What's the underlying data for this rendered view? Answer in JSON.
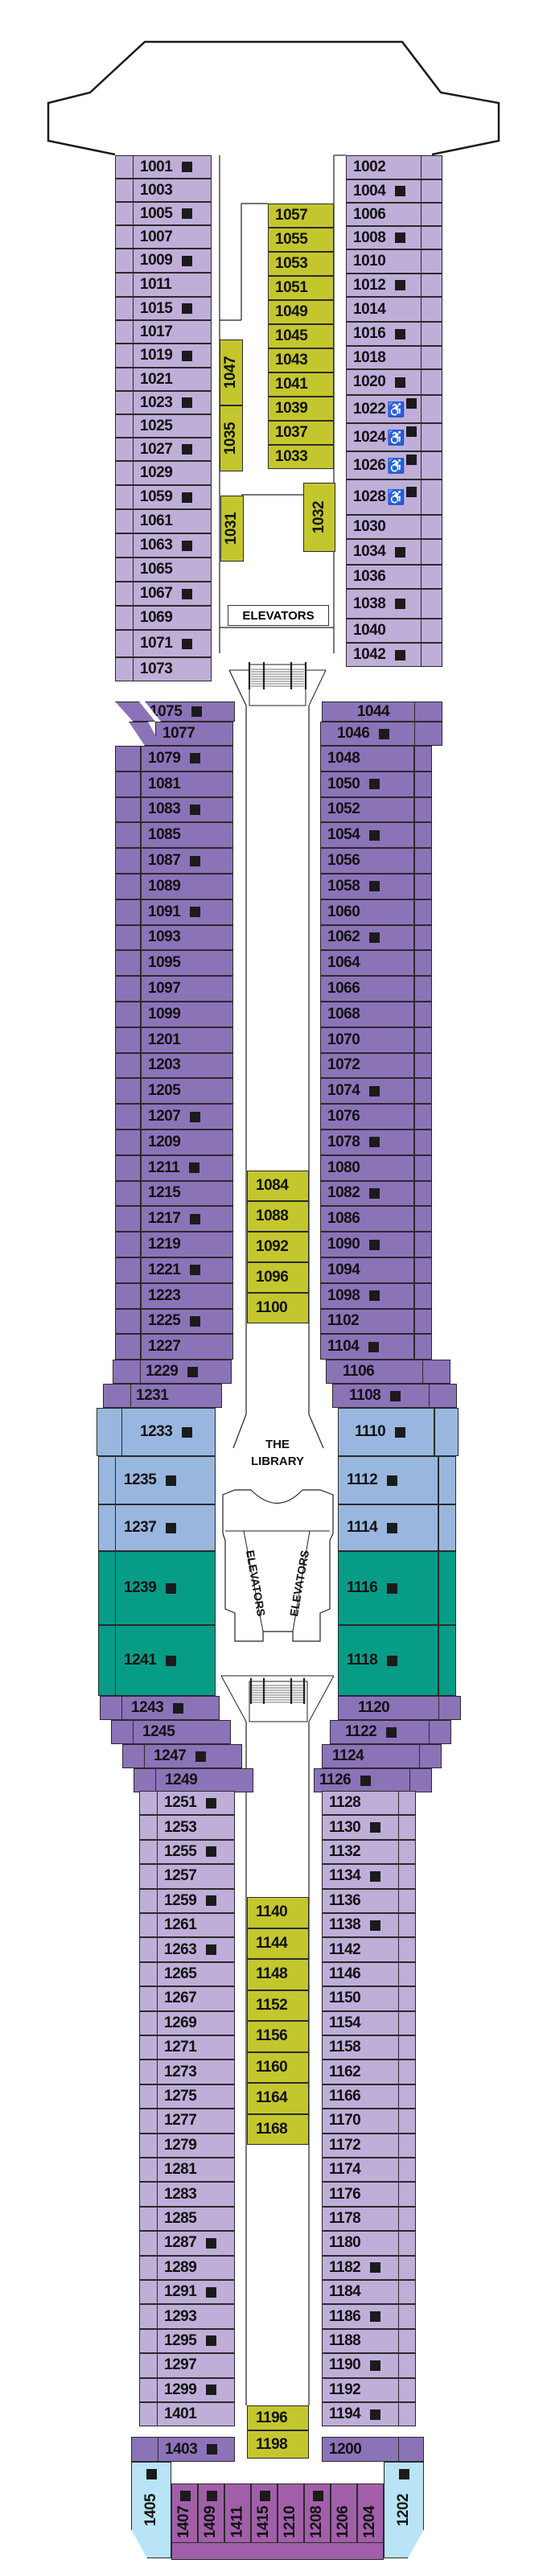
{
  "colors": {
    "standard_balcony": "#bfaed8",
    "deluxe_balcony": "#8b73b8",
    "sky_suite": "#99b7de",
    "celebrity_suite": "#079c86",
    "inside": "#c4c62e",
    "aft_suite": "#b8e4f5",
    "aft_sky": "#a25fa9",
    "outline": "#1a1a1a"
  },
  "labels": {
    "elevators_fwd": "ELEVATORS",
    "library_line1": "THE",
    "library_line2": "LIBRARY",
    "elevators_left": "ELEVATORS",
    "elevators_right": "ELEVATORS"
  },
  "cabins": {
    "fwd_port": [
      {
        "n": "1001",
        "sq": true
      },
      {
        "n": "1003"
      },
      {
        "n": "1005",
        "sq": true
      },
      {
        "n": "1007"
      },
      {
        "n": "1009",
        "sq": true
      },
      {
        "n": "1011"
      },
      {
        "n": "1015",
        "sq": true
      },
      {
        "n": "1017"
      },
      {
        "n": "1019",
        "sq": true
      },
      {
        "n": "1021"
      },
      {
        "n": "1023",
        "sq": true
      },
      {
        "n": "1025"
      },
      {
        "n": "1027",
        "sq": true
      },
      {
        "n": "1029"
      },
      {
        "n": "1059",
        "sq": true
      },
      {
        "n": "1061"
      },
      {
        "n": "1063",
        "sq": true
      },
      {
        "n": "1065"
      },
      {
        "n": "1067",
        "sq": true
      },
      {
        "n": "1069"
      },
      {
        "n": "1071",
        "sq": true
      },
      {
        "n": "1073"
      }
    ],
    "fwd_starboard": [
      {
        "n": "1002"
      },
      {
        "n": "1004",
        "sq": true
      },
      {
        "n": "1006"
      },
      {
        "n": "1008",
        "sq": true
      },
      {
        "n": "1010"
      },
      {
        "n": "1012",
        "sq": true
      },
      {
        "n": "1014"
      },
      {
        "n": "1016",
        "sq": true
      },
      {
        "n": "1018"
      },
      {
        "n": "1020",
        "sq": true
      },
      {
        "n": "1022",
        "sq": true,
        "wc": true
      },
      {
        "n": "1024",
        "sq": true,
        "wc": true
      },
      {
        "n": "1026",
        "sq": true,
        "wc": true
      },
      {
        "n": "1028",
        "sq": true,
        "wc": true
      },
      {
        "n": "1030"
      },
      {
        "n": "1034",
        "sq": true
      },
      {
        "n": "1036"
      },
      {
        "n": "1038",
        "sq": true
      },
      {
        "n": "1040"
      },
      {
        "n": "1042",
        "sq": true
      }
    ],
    "fwd_inside_center": [
      "1057",
      "1055",
      "1053",
      "1051",
      "1049",
      "1045",
      "1043",
      "1041",
      "1039",
      "1037",
      "1033"
    ],
    "fwd_inside_vertical_left": [
      "1047",
      "1035",
      "1031"
    ],
    "fwd_inside_vertical_right": [
      "1032"
    ],
    "mid_port": [
      {
        "n": "1075",
        "sq": true
      },
      {
        "n": "1077"
      },
      {
        "n": "1079",
        "sq": true
      },
      {
        "n": "1081"
      },
      {
        "n": "1083",
        "sq": true
      },
      {
        "n": "1085"
      },
      {
        "n": "1087",
        "sq": true
      },
      {
        "n": "1089"
      },
      {
        "n": "1091",
        "sq": true
      },
      {
        "n": "1093"
      },
      {
        "n": "1095"
      },
      {
        "n": "1097"
      },
      {
        "n": "1099"
      },
      {
        "n": "1201"
      },
      {
        "n": "1203"
      },
      {
        "n": "1205"
      },
      {
        "n": "1207",
        "sq": true
      },
      {
        "n": "1209"
      },
      {
        "n": "1211",
        "sq": true
      },
      {
        "n": "1215"
      },
      {
        "n": "1217",
        "sq": true
      },
      {
        "n": "1219"
      },
      {
        "n": "1221",
        "sq": true
      },
      {
        "n": "1223"
      },
      {
        "n": "1225",
        "sq": true
      },
      {
        "n": "1227"
      },
      {
        "n": "1229",
        "sq": true
      },
      {
        "n": "1231"
      }
    ],
    "mid_starboard": [
      {
        "n": "1044"
      },
      {
        "n": "1046",
        "sq": true
      },
      {
        "n": "1048"
      },
      {
        "n": "1050",
        "sq": true
      },
      {
        "n": "1052"
      },
      {
        "n": "1054",
        "sq": true
      },
      {
        "n": "1056"
      },
      {
        "n": "1058",
        "sq": true
      },
      {
        "n": "1060"
      },
      {
        "n": "1062",
        "sq": true
      },
      {
        "n": "1064"
      },
      {
        "n": "1066"
      },
      {
        "n": "1068"
      },
      {
        "n": "1070"
      },
      {
        "n": "1072"
      },
      {
        "n": "1074",
        "sq": true
      },
      {
        "n": "1076"
      },
      {
        "n": "1078",
        "sq": true
      },
      {
        "n": "1080"
      },
      {
        "n": "1082",
        "sq": true
      },
      {
        "n": "1086"
      },
      {
        "n": "1090",
        "sq": true
      },
      {
        "n": "1094"
      },
      {
        "n": "1098",
        "sq": true
      },
      {
        "n": "1102"
      },
      {
        "n": "1104",
        "sq": true
      },
      {
        "n": "1106"
      },
      {
        "n": "1108",
        "sq": true
      }
    ],
    "mid_inside": [
      "1084",
      "1088",
      "1092",
      "1096",
      "1100"
    ],
    "sky_port": [
      {
        "n": "1233",
        "sq": true
      },
      {
        "n": "1235",
        "sq": true
      },
      {
        "n": "1237",
        "sq": true
      }
    ],
    "sky_starboard": [
      {
        "n": "1110",
        "sq": true
      },
      {
        "n": "1112",
        "sq": true
      },
      {
        "n": "1114",
        "sq": true
      }
    ],
    "suite_port": [
      {
        "n": "1239",
        "sq": true
      },
      {
        "n": "1241",
        "sq": true
      }
    ],
    "suite_starboard": [
      {
        "n": "1116",
        "sq": true
      },
      {
        "n": "1118",
        "sq": true
      }
    ],
    "aftmid_port": [
      {
        "n": "1243",
        "sq": true
      },
      {
        "n": "1245"
      },
      {
        "n": "1247",
        "sq": true
      },
      {
        "n": "1249"
      }
    ],
    "aftmid_starboard": [
      {
        "n": "1120"
      },
      {
        "n": "1122",
        "sq": true
      },
      {
        "n": "1124"
      },
      {
        "n": "1126",
        "sq": true
      }
    ],
    "aft_port": [
      {
        "n": "1251",
        "sq": true
      },
      {
        "n": "1253"
      },
      {
        "n": "1255",
        "sq": true
      },
      {
        "n": "1257"
      },
      {
        "n": "1259",
        "sq": true
      },
      {
        "n": "1261"
      },
      {
        "n": "1263",
        "sq": true
      },
      {
        "n": "1265"
      },
      {
        "n": "1267"
      },
      {
        "n": "1269"
      },
      {
        "n": "1271"
      },
      {
        "n": "1273"
      },
      {
        "n": "1275"
      },
      {
        "n": "1277"
      },
      {
        "n": "1279"
      },
      {
        "n": "1281"
      },
      {
        "n": "1283"
      },
      {
        "n": "1285"
      },
      {
        "n": "1287",
        "sq": true
      },
      {
        "n": "1289"
      },
      {
        "n": "1291",
        "sq": true
      },
      {
        "n": "1293"
      },
      {
        "n": "1295",
        "sq": true
      },
      {
        "n": "1297"
      },
      {
        "n": "1299",
        "sq": true
      },
      {
        "n": "1401"
      }
    ],
    "aft_starboard": [
      {
        "n": "1128"
      },
      {
        "n": "1130",
        "sq": true
      },
      {
        "n": "1132"
      },
      {
        "n": "1134",
        "sq": true
      },
      {
        "n": "1136"
      },
      {
        "n": "1138",
        "sq": true
      },
      {
        "n": "1142"
      },
      {
        "n": "1146"
      },
      {
        "n": "1150"
      },
      {
        "n": "1154"
      },
      {
        "n": "1158"
      },
      {
        "n": "1162"
      },
      {
        "n": "1166"
      },
      {
        "n": "1170"
      },
      {
        "n": "1172"
      },
      {
        "n": "1174"
      },
      {
        "n": "1176"
      },
      {
        "n": "1178"
      },
      {
        "n": "1180"
      },
      {
        "n": "1182",
        "sq": true
      },
      {
        "n": "1184"
      },
      {
        "n": "1186",
        "sq": true
      },
      {
        "n": "1188"
      },
      {
        "n": "1190",
        "sq": true
      },
      {
        "n": "1192"
      },
      {
        "n": "1194",
        "sq": true
      }
    ],
    "aft_inside": [
      "1140",
      "1144",
      "1148",
      "1152",
      "1156",
      "1160",
      "1164",
      "1168"
    ],
    "aft_inside_bottom": [
      "1196",
      "1198"
    ],
    "stern_deluxe": [
      {
        "n": "1403",
        "sq": true
      },
      {
        "n": "1200"
      }
    ],
    "stern_corner": [
      {
        "n": "1405",
        "sq": true
      },
      {
        "n": "1202",
        "sq": true
      }
    ],
    "stern_row": [
      {
        "n": "1407",
        "sq": true
      },
      {
        "n": "1409",
        "sq": true
      },
      {
        "n": "1411"
      },
      {
        "n": "1415",
        "sq": true
      },
      {
        "n": "1210"
      },
      {
        "n": "1208",
        "sq": true
      },
      {
        "n": "1206"
      },
      {
        "n": "1204"
      }
    ]
  }
}
